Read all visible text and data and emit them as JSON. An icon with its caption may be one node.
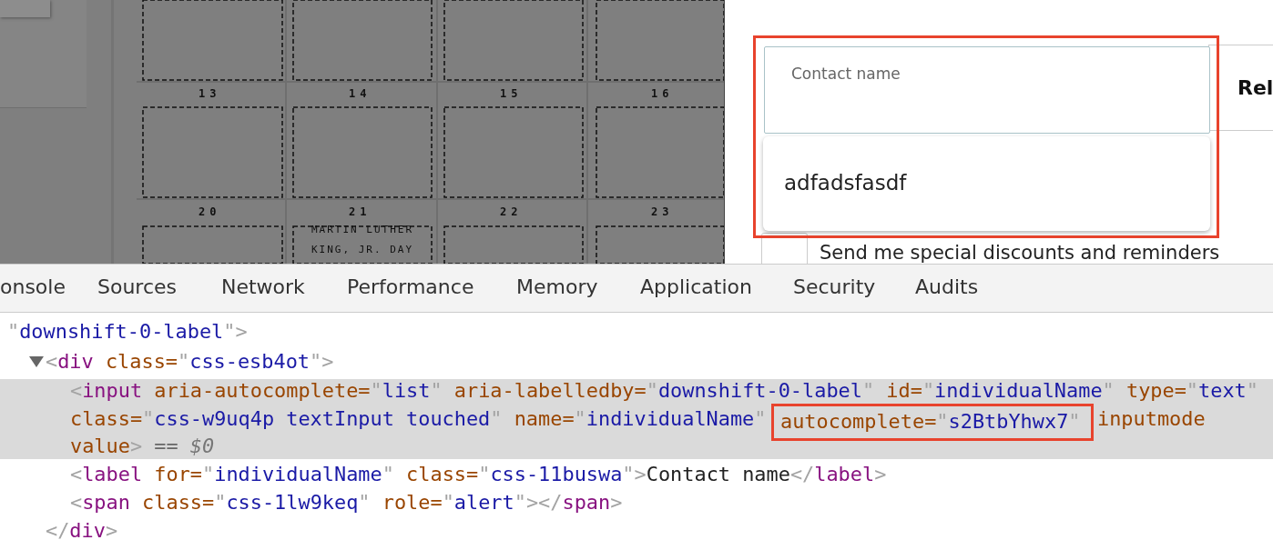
{
  "diagram": {
    "nodes": [
      {
        "text": [],
        "shape": "box"
      },
      {
        "text": [
          "Contact name"
        ],
        "in": 0
      },
      {
        "text": [
          "adfadsfasdf"
        ],
        "in": 0
      },
      {
        "text": [
          "autocomplete=\"s2BtbYhwx7\""
        ]
      }
    ],
    "edges": [],
    "labels": [
      "13",
      "14",
      "15",
      "16",
      "20",
      "21",
      "22",
      "23",
      "MARTIN LUTHER KING, JR. DAY",
      "Rel",
      "Send me special discounts and reminders",
      "onsole",
      "Sources",
      "Network",
      "Performance",
      "Memory",
      "Application",
      "Security",
      "Audits",
      "\"downshift-0-label\">",
      "<div class=\"css-esb4ot\">",
      "<input aria-autocomplete=\"list\" aria-labelledby=\"downshift-0-label\" id=\"individualName\" type=\"text\"",
      "class=\"css-w9uq4p textInput touched\" name=\"individualName\"",
      "inputmode",
      "value> == $0",
      "<label for=\"individualName\" class=\"css-11buswa\">Contact name</label>",
      "<span class=\"css-1lw9keq\" role=\"alert\"></span>",
      "</div>"
    ]
  }
}
